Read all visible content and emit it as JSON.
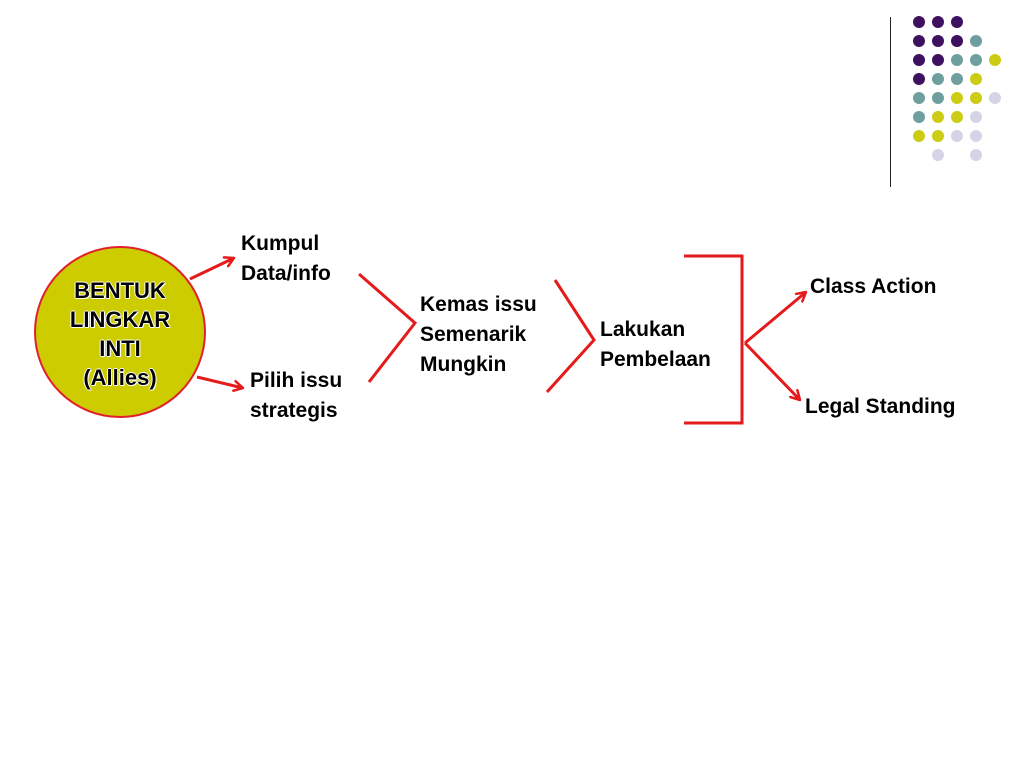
{
  "diagram": {
    "center": {
      "label": "BENTUK\nLINGKAR\nINTI\n(Allies)"
    },
    "nodes": {
      "kumpul": "Kumpul\nData/info",
      "pilih": "Pilih issu\nstrategis",
      "kemas": "Kemas issu\nSemenarik\nMungkin",
      "lakukan": "Lakukan\nPembelaan",
      "class_action": "Class Action",
      "legal_standing": "Legal Standing"
    }
  },
  "colors": {
    "connector": "#e51a1a",
    "circle_fill": "#cccc00",
    "circle_border": "#e0202a",
    "dot_purple": "#3d1060",
    "dot_teal": "#6e9e9e",
    "dot_olive": "#cccc14",
    "dot_lavender": "#d4d4e6"
  }
}
